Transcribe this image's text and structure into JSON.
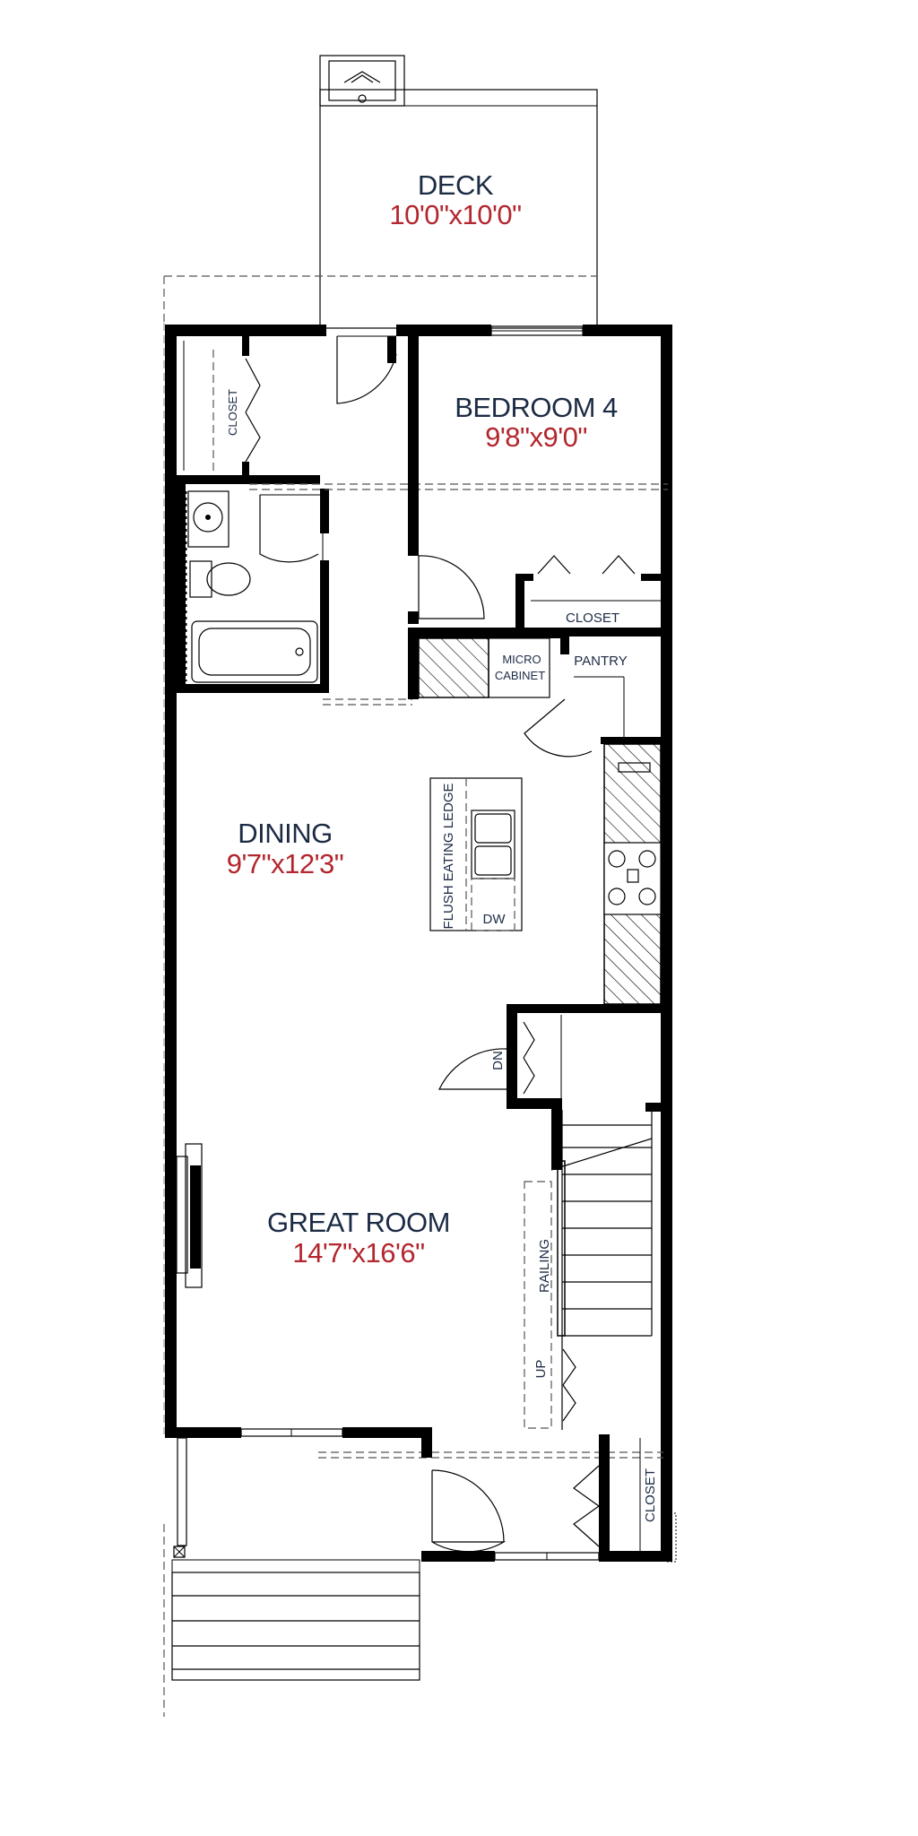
{
  "colors": {
    "room_name": "#1c2b44",
    "room_dim": "#b3262e",
    "walls": "#000000"
  },
  "rooms": {
    "deck": {
      "name": "DECK",
      "dim": "10'0\"x10'0\""
    },
    "bedroom4": {
      "name": "BEDROOM 4",
      "dim": "9'8\"x9'0\""
    },
    "dining": {
      "name": "DINING",
      "dim": "9'7\"x12'3\""
    },
    "great_room": {
      "name": "GREAT ROOM",
      "dim": "14'7\"x16'6\""
    }
  },
  "labels": {
    "closet_upper_left": "CLOSET",
    "closet_bedroom": "CLOSET",
    "micro_cabinet_line1": "MICRO",
    "micro_cabinet_line2": "CABINET",
    "pantry": "PANTRY",
    "flush_eating_ledge": "FLUSH EATING LEDGE",
    "dw": "DW",
    "dn": "DN",
    "railing": "RAILING",
    "up": "UP",
    "closet_entry": "CLOSET"
  }
}
